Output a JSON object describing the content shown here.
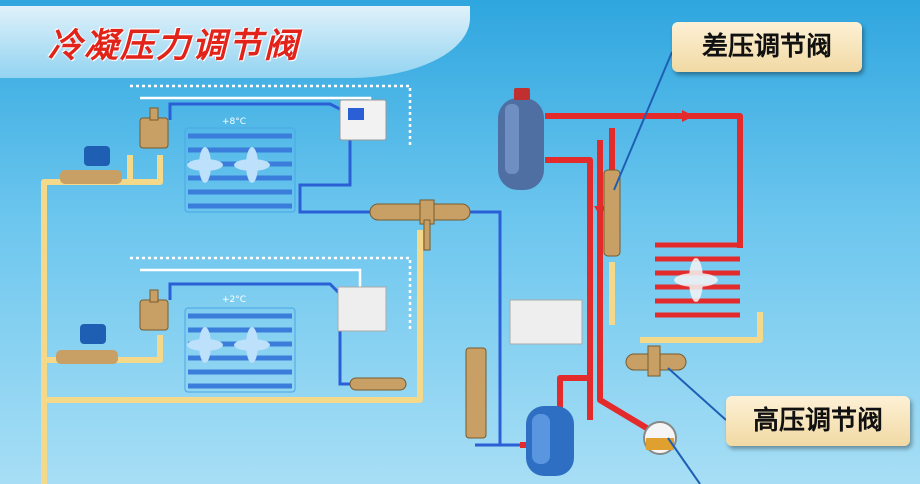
{
  "title": "冷凝压力调节阀",
  "callouts": {
    "differential": "差压调节阀",
    "high_pressure": "高压调节阀"
  },
  "evaporators": {
    "upper_temp": "+8°C",
    "lower_temp": "+2°C"
  },
  "colors": {
    "high_pressure_line": "#e42b2b",
    "liquid_line": "#f4d98a",
    "suction_line": "#2b5fd6",
    "control_line": "#ffffff",
    "pointer": "#1f5fb3"
  }
}
